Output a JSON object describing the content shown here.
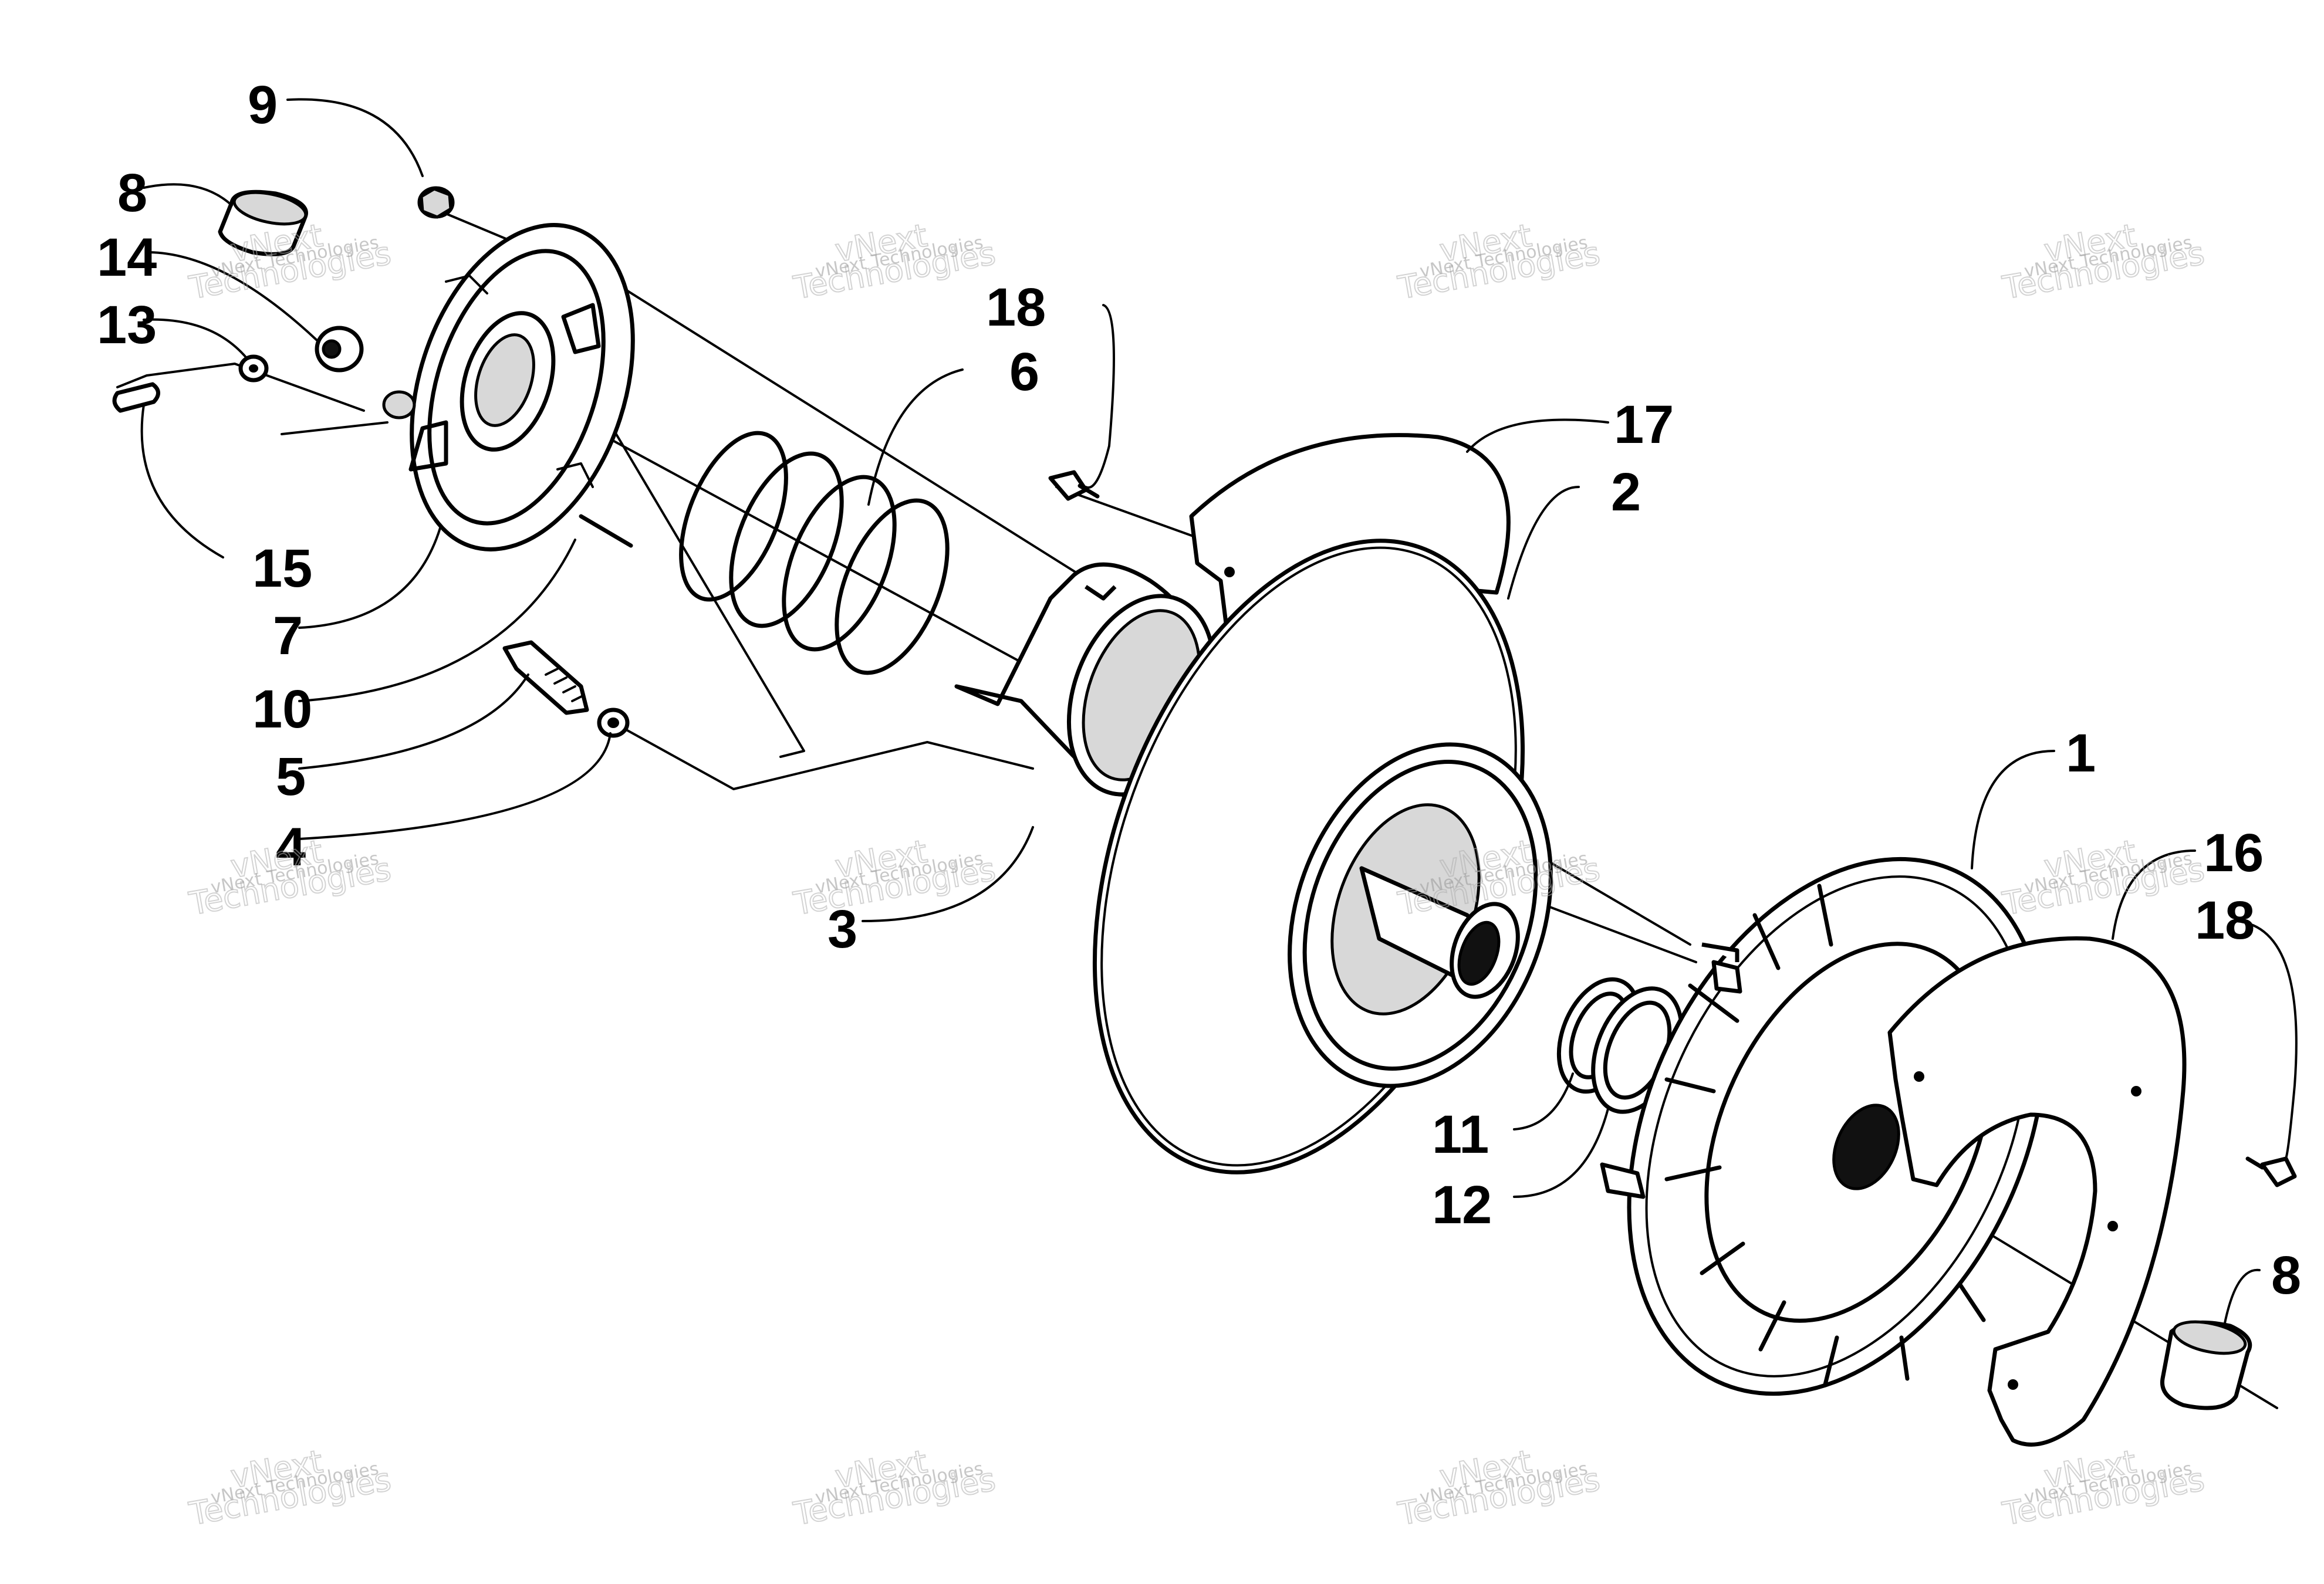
{
  "diagram": {
    "callouts": {
      "c1": "1",
      "c2": "2",
      "c3": "3",
      "c4": "4",
      "c5": "5",
      "c6": "6",
      "c7": "7",
      "c8a": "8",
      "c8b": "8",
      "c9": "9",
      "c10": "10",
      "c11": "11",
      "c12": "12",
      "c13": "13",
      "c14": "14",
      "c15": "15",
      "c16": "16",
      "c17": "17",
      "c18a": "18",
      "c18b": "18"
    },
    "watermark": {
      "line1": "vNext Technologies",
      "line2": "Technologies",
      "line3": "vNext"
    }
  }
}
